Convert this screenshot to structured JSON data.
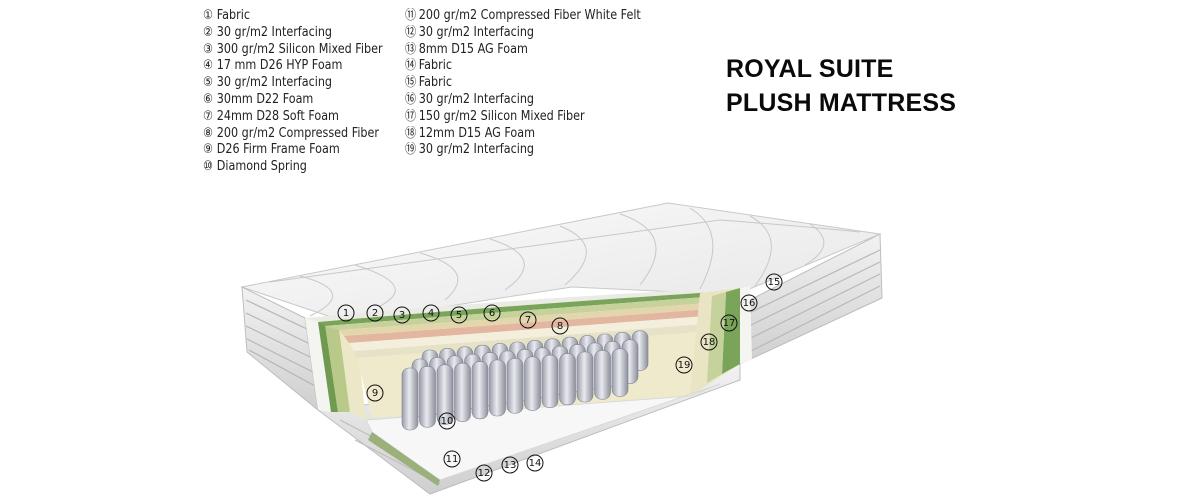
{
  "title": {
    "line1": "ROYAL SUITE",
    "line2": "PLUSH MATTRESS"
  },
  "legend_left": [
    {
      "num": "①",
      "text": "Fabric"
    },
    {
      "num": "②",
      "text": "30 gr/m2 Interfacing"
    },
    {
      "num": "③",
      "text": "300 gr/m2 Silicon Mixed Fiber"
    },
    {
      "num": "④",
      "text": "17 mm D26 HYP Foam"
    },
    {
      "num": "⑤",
      "text": "30 gr/m2 Interfacing"
    },
    {
      "num": "⑥",
      "text": "30mm D22 Foam"
    },
    {
      "num": "⑦",
      "text": "24mm D28 Soft Foam"
    },
    {
      "num": "⑧",
      "text": "200 gr/m2 Compressed Fiber"
    },
    {
      "num": "⑨",
      "text": "D26 Firm Frame Foam"
    },
    {
      "num": "⑩",
      "text": "Diamond Spring"
    }
  ],
  "legend_right": [
    {
      "num": "⑪",
      "text": "200 gr/m2 Compressed Fiber White Felt"
    },
    {
      "num": "⑫",
      "text": "30 gr/m2 Interfacing"
    },
    {
      "num": "⑬",
      "text": "8mm D15 AG Foam"
    },
    {
      "num": "⑭",
      "text": "Fabric"
    },
    {
      "num": "⑮",
      "text": "Fabric"
    },
    {
      "num": "⑯",
      "text": "30 gr/m2 Interfacing"
    },
    {
      "num": "⑰",
      "text": "150 gr/m2 Silicon Mixed Fiber"
    },
    {
      "num": "⑱",
      "text": "12mm D15 AG Foam"
    },
    {
      "num": "⑲",
      "text": "30 gr/m2 Interfacing"
    }
  ],
  "callouts": [
    "1",
    "2",
    "3",
    "4",
    "5",
    "6",
    "7",
    "8",
    "9",
    "10",
    "11",
    "12",
    "13",
    "14",
    "15",
    "16",
    "17",
    "18",
    "19"
  ]
}
